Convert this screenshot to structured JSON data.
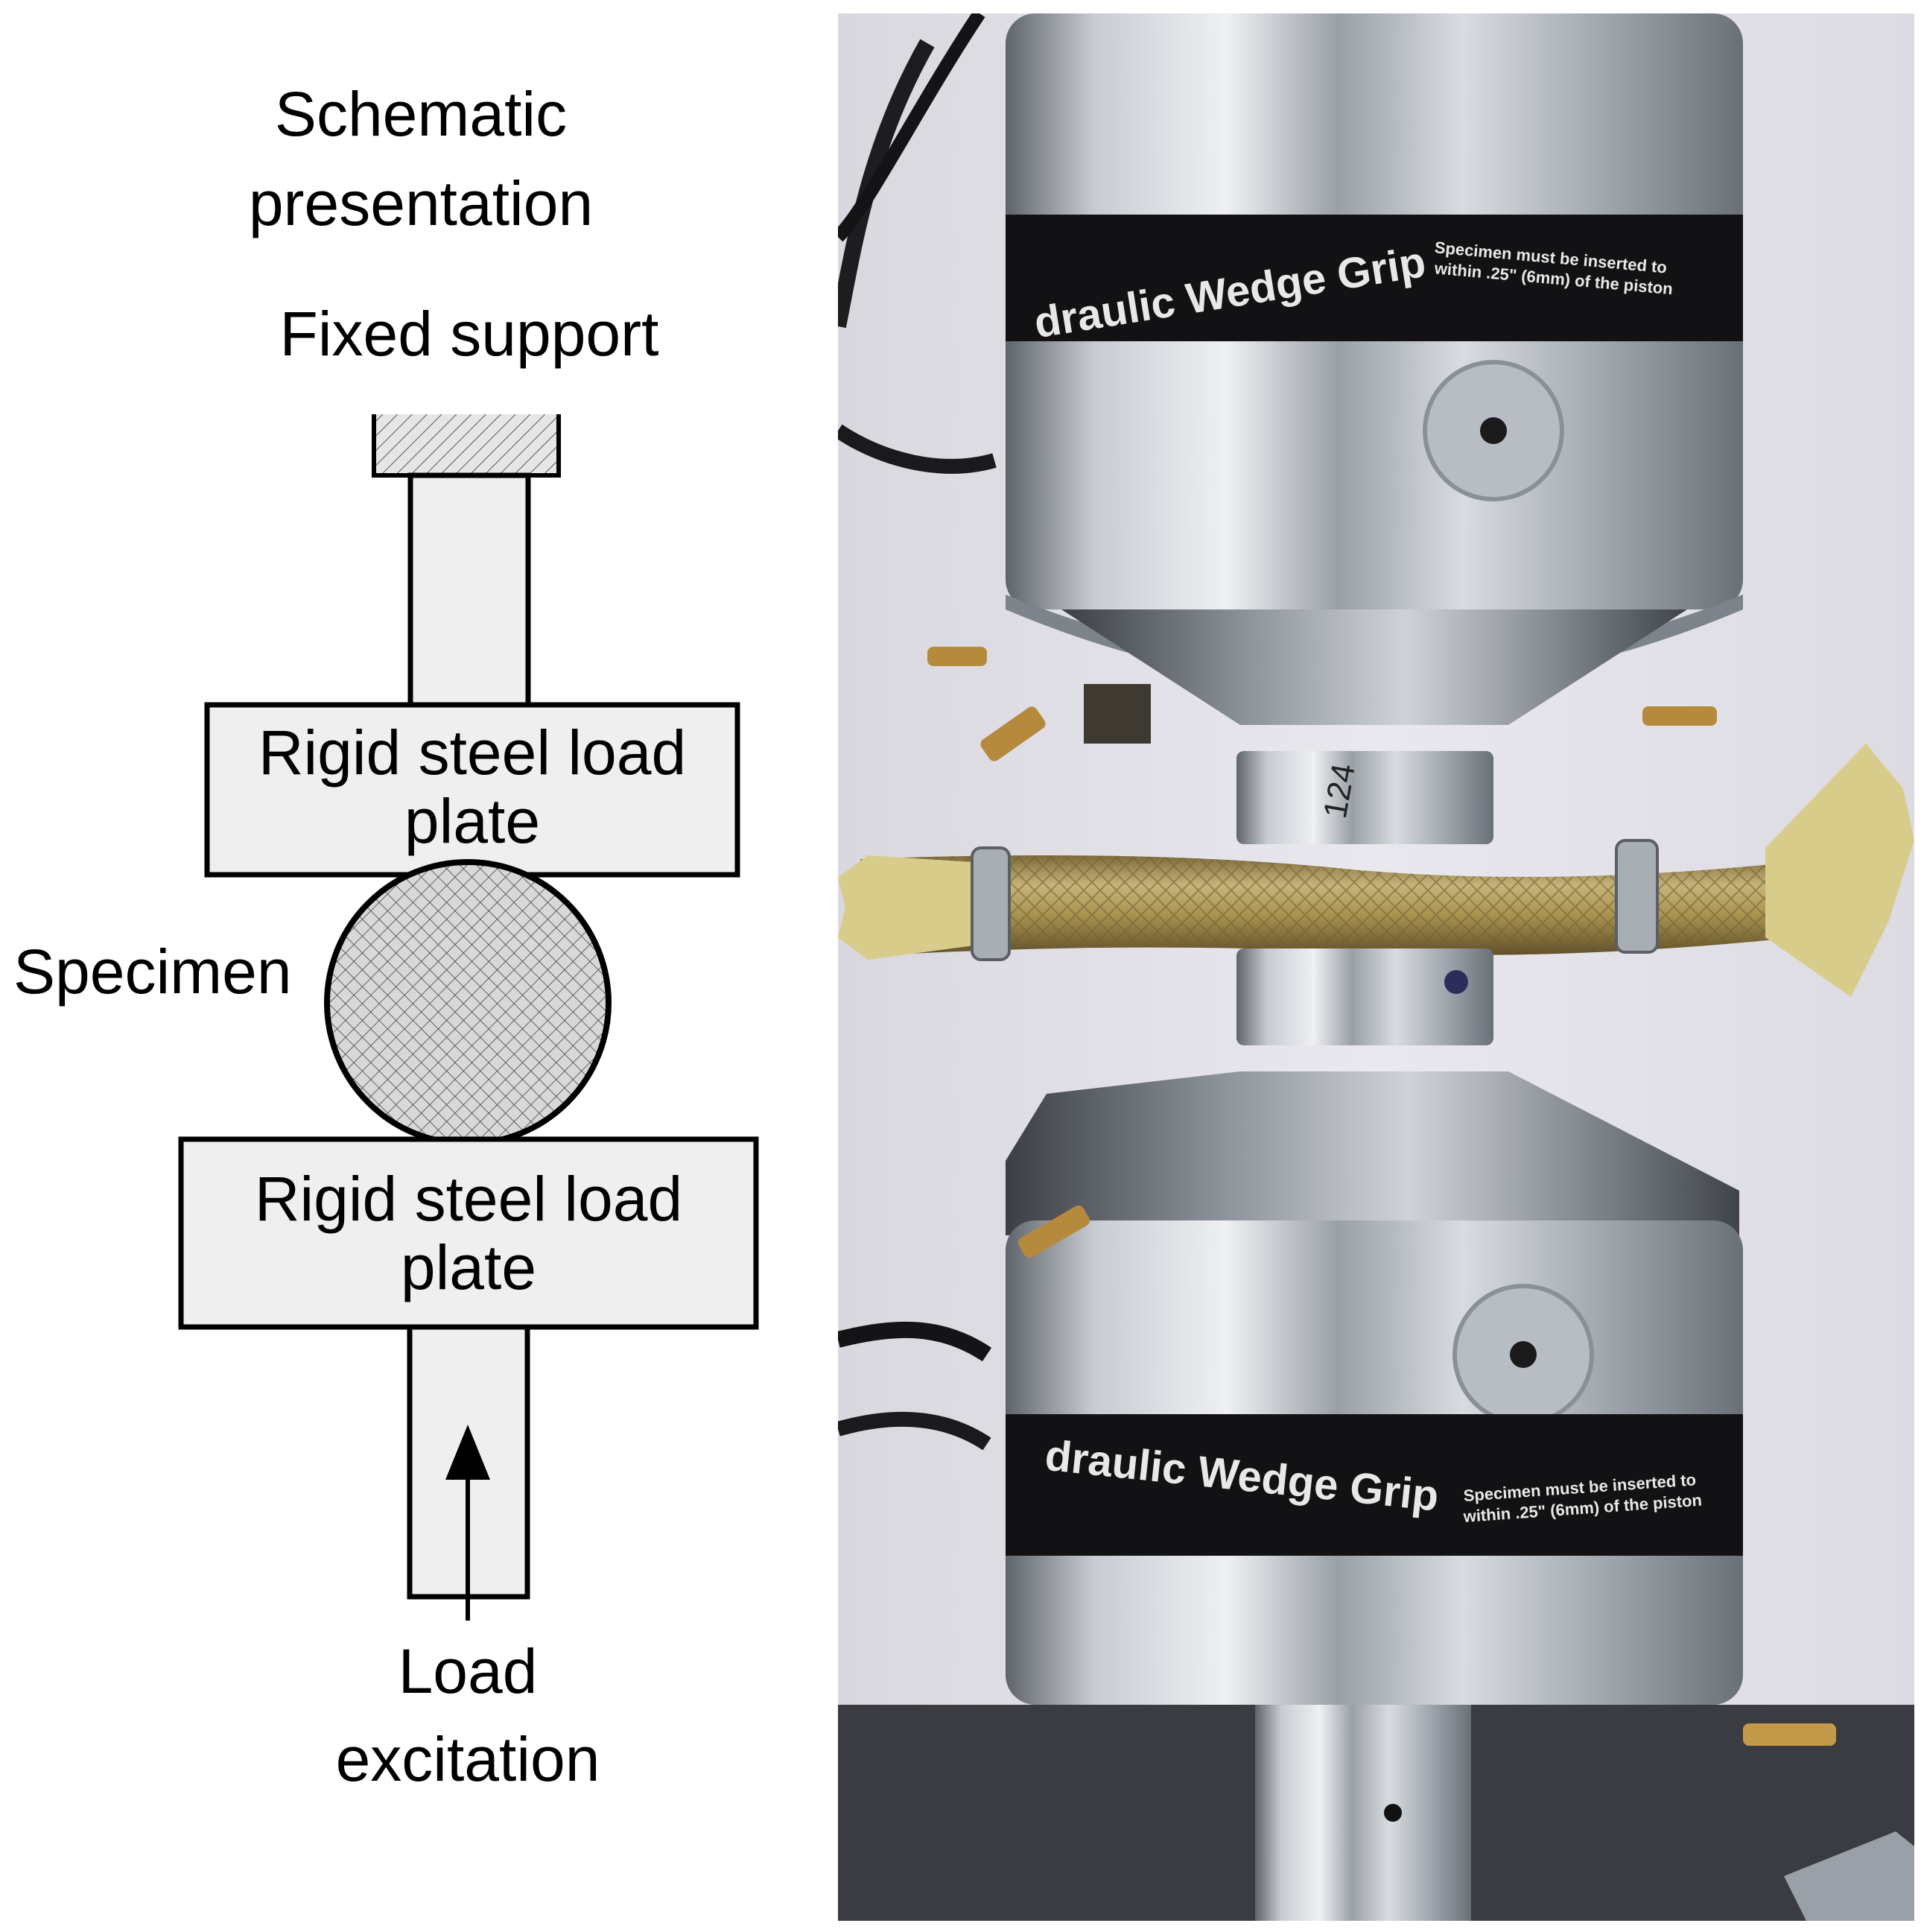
{
  "schematic": {
    "title_line1": "Schematic",
    "title_line2": "presentation",
    "fixed_support": "Fixed support",
    "upper_plate_line1": "Rigid steel load",
    "upper_plate_line2": "plate",
    "specimen": "Specimen",
    "lower_plate_line1": "Rigid steel load",
    "lower_plate_line2": "plate",
    "load_line1": "Load",
    "load_line2": "excitation"
  },
  "photo": {
    "upper_grip_label": "draulic Wedge Grip",
    "upper_grip_note_line1": "Specimen must be inserted to",
    "upper_grip_note_line2": "within .25\" (6mm) of the piston",
    "spacer_mark": "124",
    "lower_grip_label": "draulic Wedge Grip",
    "lower_grip_note_line1": "Specimen must be inserted to",
    "lower_grip_note_line2": "within .25\" (6mm) of the piston"
  },
  "colors": {
    "plate_fill": "#efefef",
    "stroke": "#000000",
    "rope": "#b9a56a",
    "steel": "#b7bcc2"
  }
}
